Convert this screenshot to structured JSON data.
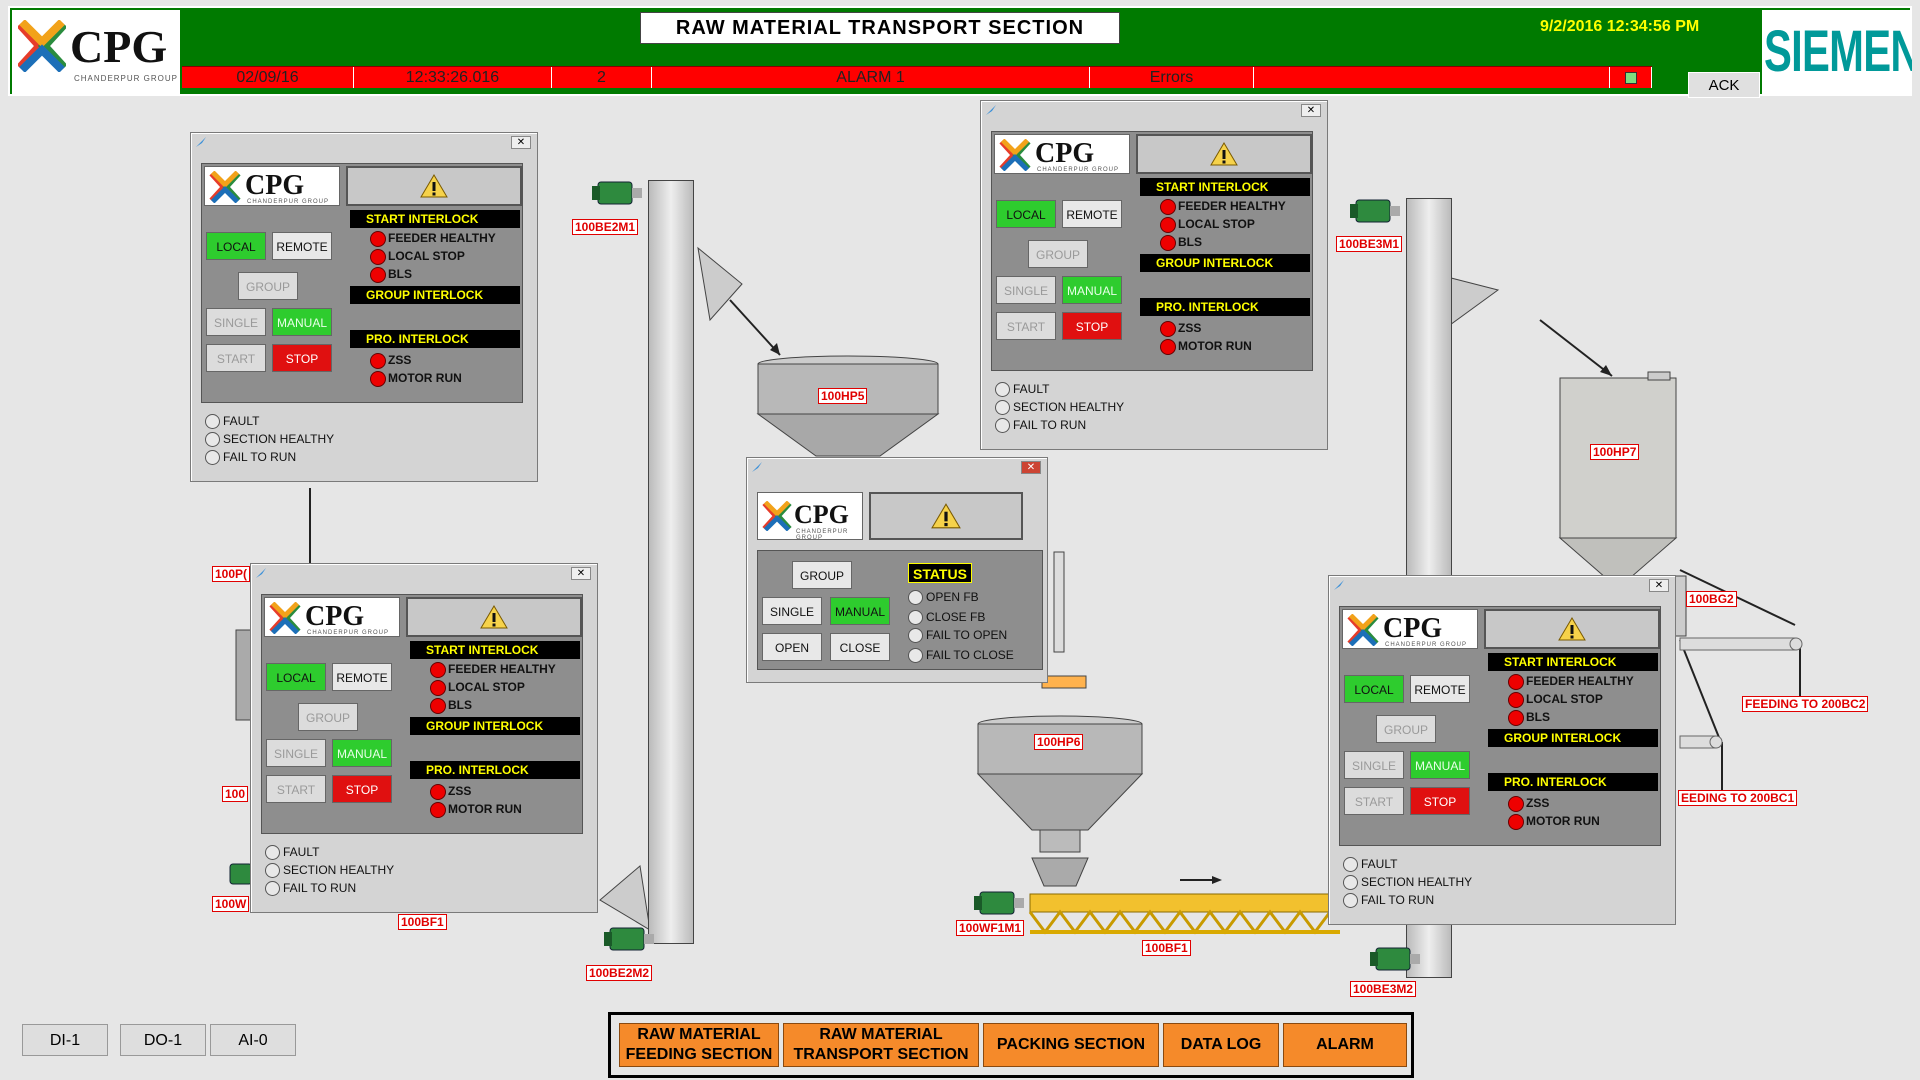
{
  "header": {
    "title": "RAW MATERIAL TRANSPORT SECTION",
    "datetime": "9/2/2016 12:34:56 PM",
    "logo_left": "CPG",
    "logo_left_sub": "CHANDERPUR GROUP",
    "logo_right": "SIEMENS",
    "ack_label": "ACK"
  },
  "alarm": {
    "date": "02/09/16",
    "time": "12:33:26.016",
    "number": "2",
    "message": "ALARM 1",
    "type": "Errors"
  },
  "motor_popup": {
    "logo": "CPG",
    "logo_sub": "CHANDERPUR GROUP",
    "local": "LOCAL",
    "remote": "REMOTE",
    "group": "GROUP",
    "single": "SINGLE",
    "manual": "MANUAL",
    "start": "START",
    "stop": "STOP",
    "start_interlock": "START INTERLOCK",
    "feeder_healthy": "FEEDER HEALTHY",
    "local_stop": "LOCAL STOP",
    "bls": "BLS",
    "group_interlock": "GROUP INTERLOCK",
    "pro_interlock": "PRO. INTERLOCK",
    "zss": "ZSS",
    "motor_run": "MOTOR RUN",
    "fault": "FAULT",
    "section_healthy": "SECTION HEALTHY",
    "fail_to_run": "FAIL TO RUN"
  },
  "gate_popup": {
    "logo": "CPG",
    "logo_sub": "CHANDERPUR GROUP",
    "group": "GROUP",
    "single": "SINGLE",
    "manual": "MANUAL",
    "open": "OPEN",
    "close": "CLOSE",
    "status": "STATUS",
    "open_fb": "OPEN FB",
    "close_fb": "CLOSE FB",
    "fail_to_open": "FAIL TO OPEN",
    "fail_to_close": "FAIL TO CLOSE"
  },
  "equipment": {
    "be2m1": "100BE2M1",
    "be2m2": "100BE2M2",
    "be3m1": "100BE3M1",
    "be3m2": "100BE3M2",
    "hp5": "100HP5",
    "hp6": "100HP6",
    "hp7": "100HP7",
    "wf1m1": "100WF1M1",
    "bf1_a": "100BF1",
    "bf1_b": "100BF1",
    "bg2": "100BG2",
    "feed_bc2": "FEEDING TO 200BC2",
    "feed_bc1": "EEDING TO 200BC1",
    "partial_a": "100P(",
    "partial_b": "100",
    "partial_c": "100W"
  },
  "io": {
    "di": "DI-1",
    "do": "DO-1",
    "ai": "AI-0"
  },
  "nav": {
    "feeding": "RAW MATERIAL\nFEEDING SECTION",
    "transport": "RAW MATERIAL\nTRANSPORT SECTION",
    "packing": "PACKING SECTION",
    "datalog": "DATA LOG",
    "alarm": "ALARM"
  },
  "colors": {
    "header_green": "#007a00",
    "alarm_red": "#ff0000",
    "nav_orange": "#f58a2a",
    "siemens_teal": "#019999",
    "status_yellow": "#ffff00"
  }
}
